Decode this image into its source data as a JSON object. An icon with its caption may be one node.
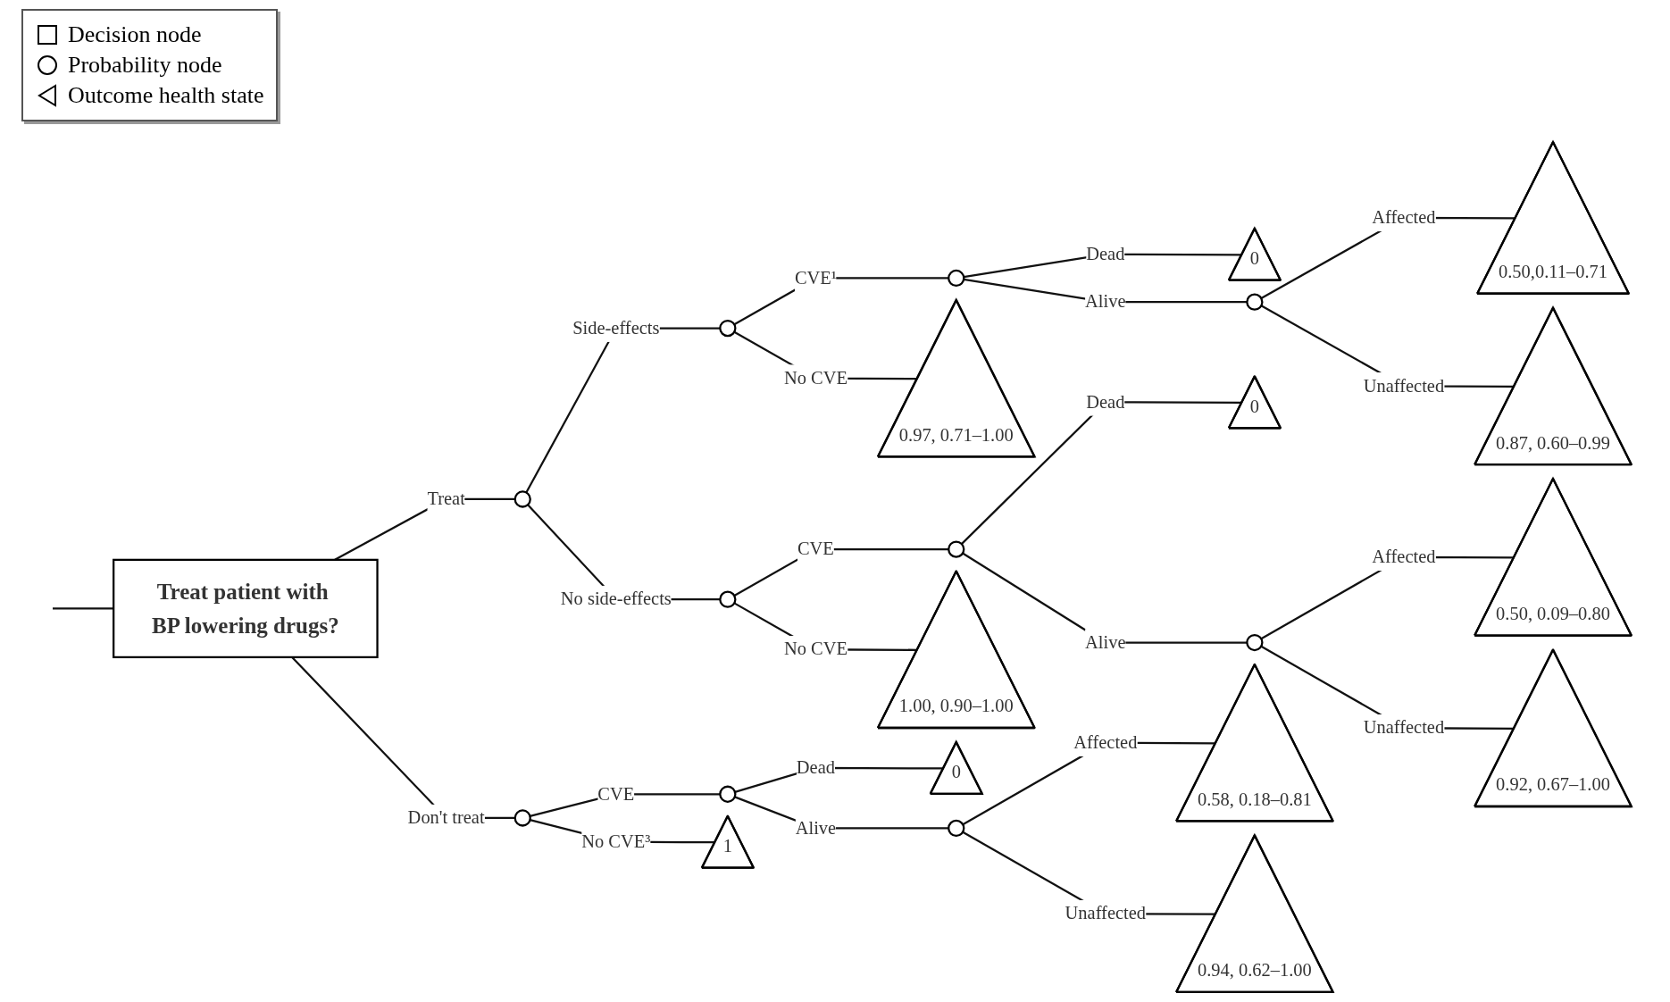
{
  "diagram": {
    "nodes": [
      {
        "text": [
          "Treat patient with BP lowering drugs?"
        ]
      },
      {
        "text": [],
        "shape": "circle"
      },
      {
        "text": [],
        "shape": "circle"
      },
      {
        "text": [],
        "shape": "circle"
      },
      {
        "text": [
          "0"
        ]
      },
      {
        "text": [],
        "shape": "circle"
      },
      {
        "text": [
          "0.50,0.11–0.71"
        ]
      },
      {
        "text": [
          "0.87, 0.60–0.99"
        ]
      },
      {
        "text": [
          "0.97, 0.71–1.00"
        ]
      },
      {
        "text": [],
        "shape": "circle"
      },
      {
        "text": [],
        "shape": "circle"
      },
      {
        "text": [
          "0"
        ]
      },
      {
        "text": [],
        "shape": "circle"
      },
      {
        "text": [
          "0.50, 0.09–0.80"
        ]
      },
      {
        "text": [
          "0.92, 0.67–1.00"
        ]
      },
      {
        "text": [
          "1.00, 0.90–1.00"
        ]
      },
      {
        "text": [],
        "shape": "circle"
      },
      {
        "text": [],
        "shape": "circle"
      },
      {
        "text": [
          "0"
        ]
      },
      {
        "text": [],
        "shape": "circle"
      },
      {
        "text": [
          "0.58, 0.18–0.81"
        ]
      },
      {
        "text": [
          "0.94, 0.62–1.00"
        ]
      },
      {
        "text": [
          "1"
        ]
      }
    ],
    "edges": [
      {
        "from": null,
        "to": 0,
        "arrow": "none"
      },
      {
        "from": 0,
        "to": 1,
        "arrow": "none",
        "label": "Treat"
      },
      {
        "from": 0,
        "to": 16,
        "arrow": "none",
        "label": "Don't treat"
      },
      {
        "from": 1,
        "to": 2,
        "arrow": "none",
        "label": "Side-effects"
      },
      {
        "from": 1,
        "to": 9,
        "arrow": "none",
        "label": "No side-effects"
      },
      {
        "from": 2,
        "to": 3,
        "arrow": "none",
        "label": "CVE¹"
      },
      {
        "from": 2,
        "to": 8,
        "arrow": "none",
        "label": "No CVE"
      },
      {
        "from": 3,
        "to": 4,
        "arrow": "none",
        "label": "Dead"
      },
      {
        "from": 3,
        "to": 5,
        "arrow": "none",
        "label": "Alive"
      },
      {
        "from": 5,
        "to": 6,
        "arrow": "none",
        "label": "Affected"
      },
      {
        "from": 5,
        "to": 7,
        "arrow": "none",
        "label": "Unaffected"
      },
      {
        "from": 9,
        "to": 10,
        "arrow": "none",
        "label": "CVE"
      },
      {
        "from": 9,
        "to": 15,
        "arrow": "none",
        "label": "No CVE"
      },
      {
        "from": 10,
        "to": 11,
        "arrow": "none",
        "label": "Dead"
      },
      {
        "from": 10,
        "to": 12,
        "arrow": "none",
        "label": "Alive"
      },
      {
        "from": 12,
        "to": 13,
        "arrow": "none",
        "label": "Affected"
      },
      {
        "from": 12,
        "to": 14,
        "arrow": "none",
        "label": "Unaffected"
      },
      {
        "from": 16,
        "to": 17,
        "arrow": "none",
        "label": "CVE"
      },
      {
        "from": 16,
        "to": 22,
        "arrow": "none",
        "label": "No CVE³"
      },
      {
        "from": 17,
        "to": 18,
        "arrow": "none",
        "label": "Dead"
      },
      {
        "from": 17,
        "to": 19,
        "arrow": "none",
        "label": "Alive"
      },
      {
        "from": 19,
        "to": 20,
        "arrow": "none",
        "label": "Affected"
      },
      {
        "from": 19,
        "to": 21,
        "arrow": "none",
        "label": "Unaffected"
      }
    ],
    "legend": [
      {
        "text": "Decision node"
      },
      {
        "text": "Probability node"
      },
      {
        "text": "Outcome health state"
      }
    ]
  }
}
